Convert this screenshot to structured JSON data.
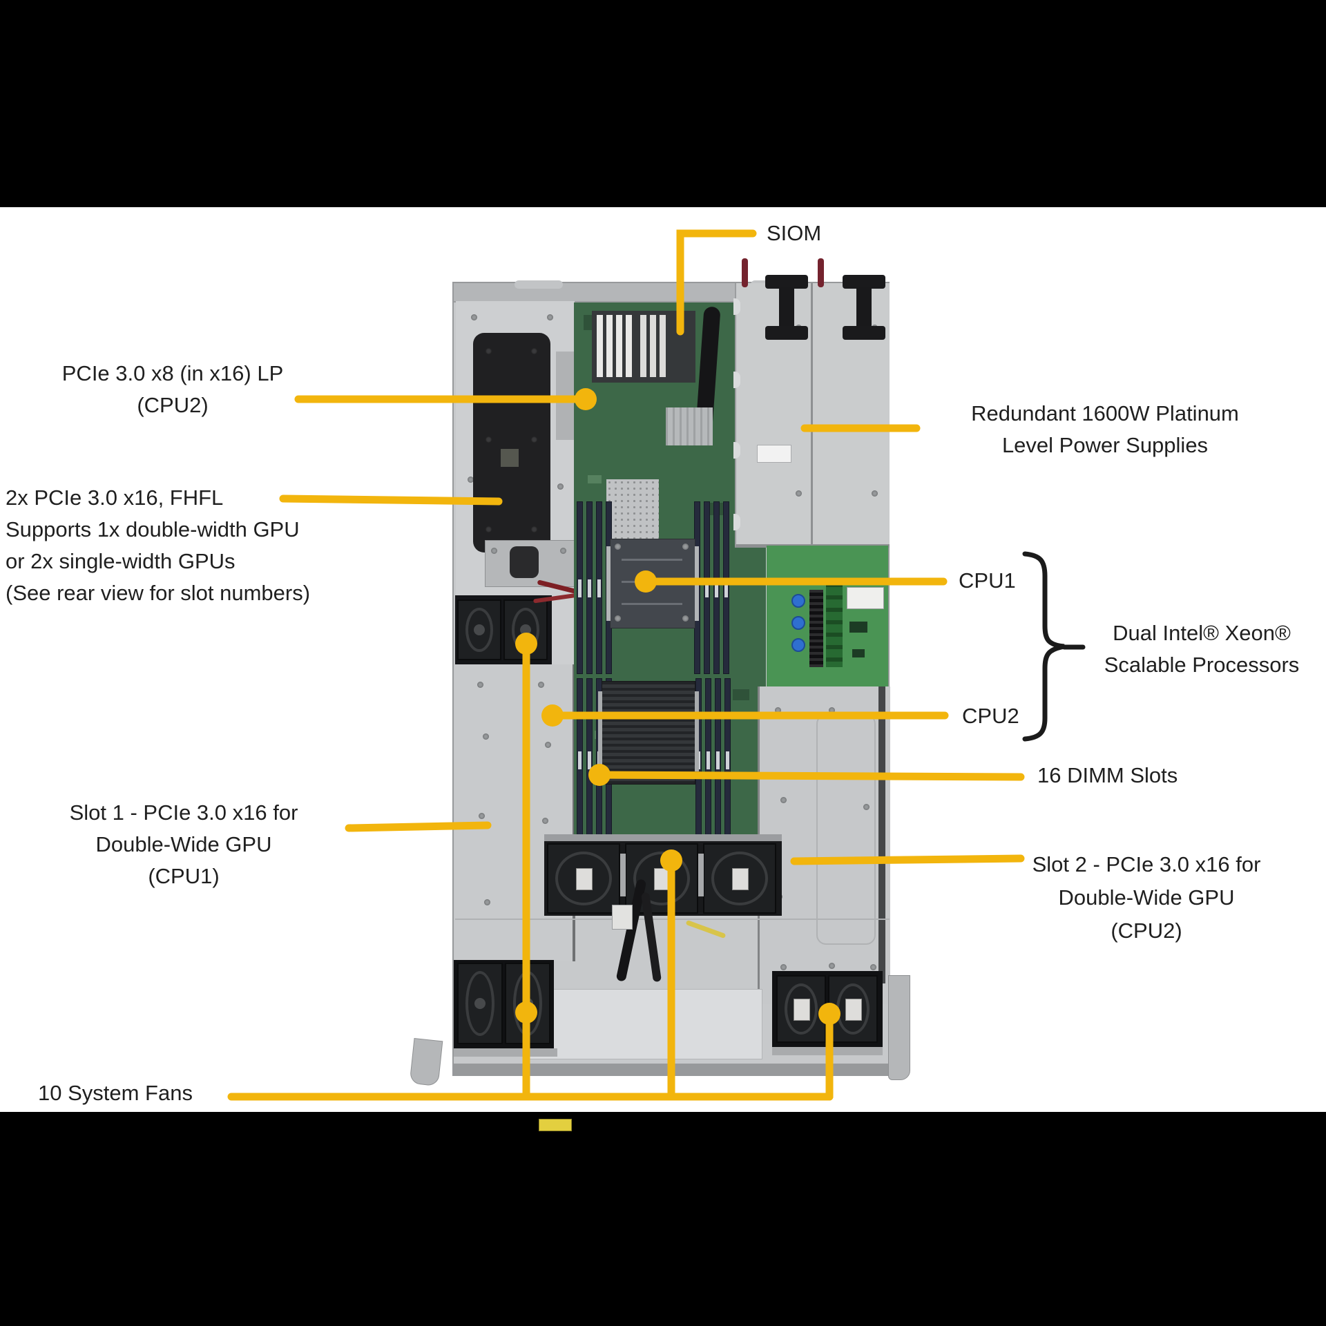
{
  "colors": {
    "callout_yellow": "#F2B50D",
    "label_text": "#1F1F1F",
    "background_bars": "#000000",
    "panel_white": "#FFFFFF",
    "pcb_green": "#3D6848",
    "pdb_green": "#4A9454",
    "chassis_gray": "#C7C9CB"
  },
  "callouts": {
    "siom": {
      "label": "SIOM"
    },
    "pcie_x8": {
      "lines": [
        "PCIe 3.0 x8 (in x16) LP",
        "(CPU2)"
      ]
    },
    "psu": {
      "lines": [
        "Redundant 1600W Platinum",
        "Level Power Supplies"
      ]
    },
    "fhfl": {
      "lines": [
        "2x PCIe 3.0 x16, FHFL",
        "Supports 1x double-width GPU",
        "or 2x single-width GPUs",
        "(See rear view for slot numbers)"
      ]
    },
    "cpu1": {
      "label": "CPU1"
    },
    "cpu2": {
      "label": "CPU2"
    },
    "xeon": {
      "lines": [
        "Dual Intel® Xeon®",
        "Scalable Processors"
      ]
    },
    "dimm": {
      "label": "16 DIMM Slots"
    },
    "slot1": {
      "lines": [
        "Slot 1 - PCIe 3.0 x16 for",
        "Double-Wide GPU",
        "(CPU1)"
      ]
    },
    "slot2": {
      "lines": [
        "Slot 2 - PCIe 3.0 x16 for",
        "Double-Wide GPU",
        "(CPU2)"
      ]
    },
    "fans": {
      "label": "10 System Fans"
    }
  }
}
